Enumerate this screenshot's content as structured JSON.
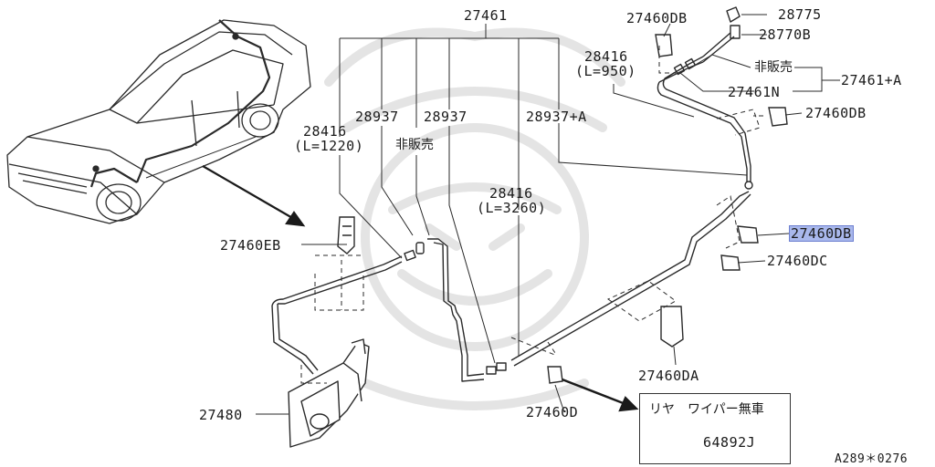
{
  "labels": {
    "p27461": "27461",
    "p27460DB_top": "27460DB",
    "p28775": "28775",
    "p28770B": "28770B",
    "p28416_950": "28416",
    "p28416_950_len": "(L=950)",
    "hinhanbai_right": "非販売",
    "p27461N": "27461N",
    "p27461A": "27461+A",
    "p27460DB_mid": "27460DB",
    "p28416_1220": "28416",
    "p28416_1220_len": "(L=1220)",
    "p28937_a": "28937",
    "hinhanbai_left": "非販売",
    "p28937_b": "28937",
    "p28937A": "28937+A",
    "p28416_3260": "28416",
    "p28416_3260_len": "(L=3260)",
    "p27460EB": "27460EB",
    "p27460DB_hl": "27460DB",
    "p27460DC": "27460DC",
    "p27460DA": "27460DA",
    "p27480": "27480",
    "p27460D": "27460D"
  },
  "legend": {
    "title": "リヤ　ワイパー無車",
    "part": "64892J"
  },
  "reference_code": "A289＊0276",
  "colors": {
    "line": "#2a2a2a",
    "highlight": "#a9b8ec",
    "watermark": "#e3e3e3"
  }
}
